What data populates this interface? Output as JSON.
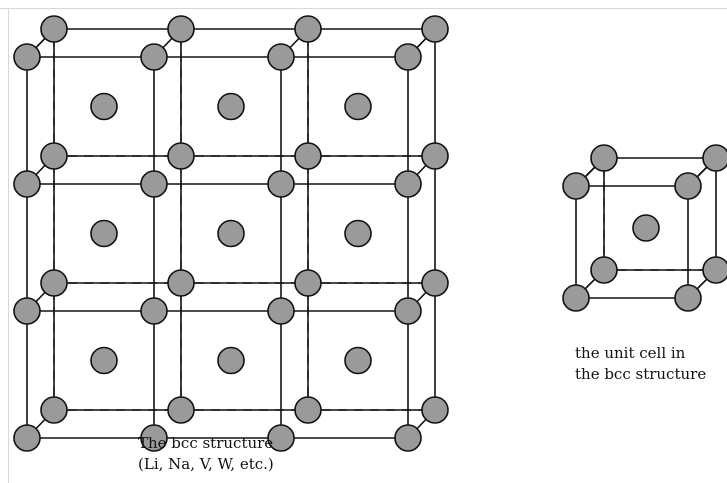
{
  "lattice": {
    "caption_line1": "The bcc structure",
    "caption_line2": "(Li, Na, V, W, etc.)"
  },
  "unit_cell": {
    "caption_line1": "the unit cell in",
    "caption_line2": "the bcc structure"
  },
  "colors": {
    "line": "#111111",
    "atom_fill": "#9a9a9a",
    "atom_stroke": "#111111",
    "background": "#ffffff"
  }
}
